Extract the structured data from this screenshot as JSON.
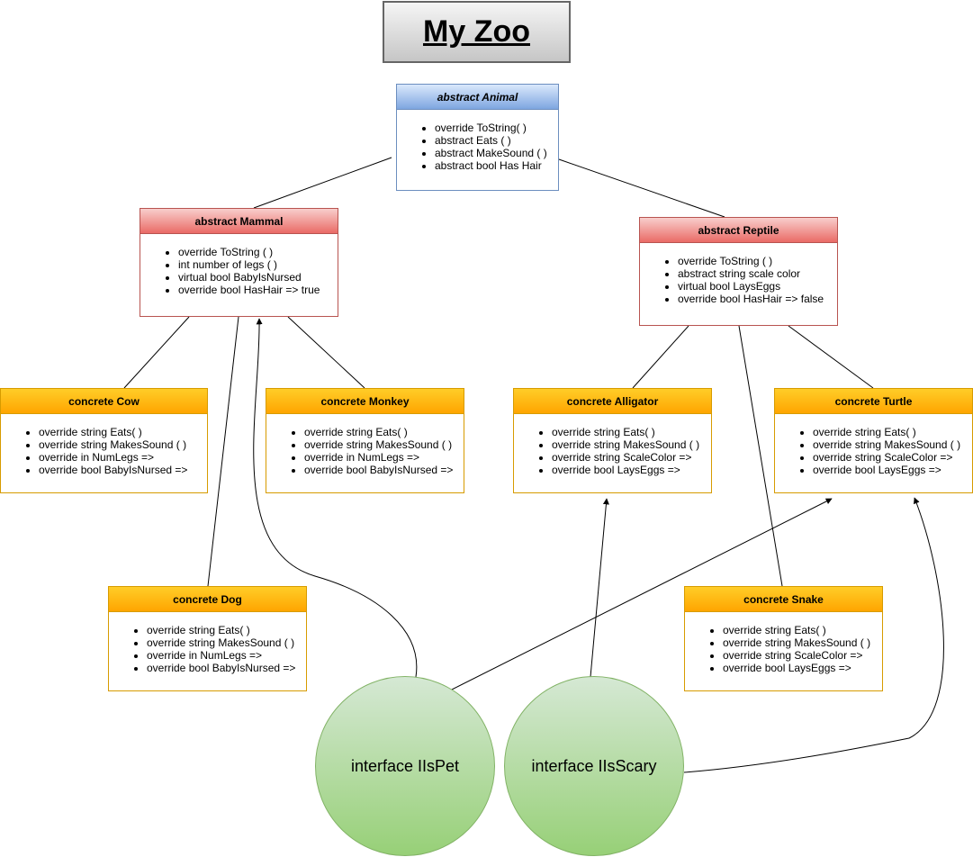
{
  "title": "My Zoo",
  "classes": {
    "animal": {
      "title": "abstract Animal",
      "members": [
        "override ToString( )",
        "abstract Eats ( )",
        "abstract MakeSound ( )",
        "abstract bool Has Hair"
      ]
    },
    "mammal": {
      "title": "abstract Mammal",
      "members": [
        "override ToString ( )",
        "int number of legs ( )",
        "virtual bool BabyIsNursed",
        "override bool HasHair => true"
      ]
    },
    "reptile": {
      "title": "abstract Reptile",
      "members": [
        "override ToString ( )",
        "abstract string scale color",
        "virtual bool LaysEggs",
        "override bool HasHair => false"
      ]
    },
    "cow": {
      "title": "concrete Cow",
      "members": [
        "override string Eats( )",
        "override string MakesSound ( )",
        "override in NumLegs =>",
        "override bool BabyIsNursed =>"
      ]
    },
    "monkey": {
      "title": "concrete Monkey",
      "members": [
        "override string Eats( )",
        "override string MakesSound ( )",
        "override in NumLegs =>",
        "override bool BabyIsNursed =>"
      ]
    },
    "alligator": {
      "title": "concrete Alligator",
      "members": [
        "override string Eats( )",
        "override string MakesSound ( )",
        "override string ScaleColor =>",
        "override bool LaysEggs =>"
      ]
    },
    "turtle": {
      "title": "concrete Turtle",
      "members": [
        "override string Eats( )",
        "override string MakesSound ( )",
        "override string ScaleColor =>",
        "override bool LaysEggs =>"
      ]
    },
    "dog": {
      "title": "concrete Dog",
      "members": [
        "override string Eats( )",
        "override string MakesSound ( )",
        "override in NumLegs =>",
        "override bool BabyIsNursed =>"
      ]
    },
    "snake": {
      "title": "concrete Snake",
      "members": [
        "override string Eats( )",
        "override string MakesSound ( )",
        "override string ScaleColor =>",
        "override bool LaysEggs =>"
      ]
    }
  },
  "interfaces": {
    "ispet": {
      "label": "interface IIsPet"
    },
    "isscary": {
      "label": "interface IIsScary"
    }
  },
  "colors": {
    "abstract_root": "#dae8fc",
    "abstract": "#f8cecc",
    "concrete": "#ffcd28",
    "interface": "#97d077"
  }
}
